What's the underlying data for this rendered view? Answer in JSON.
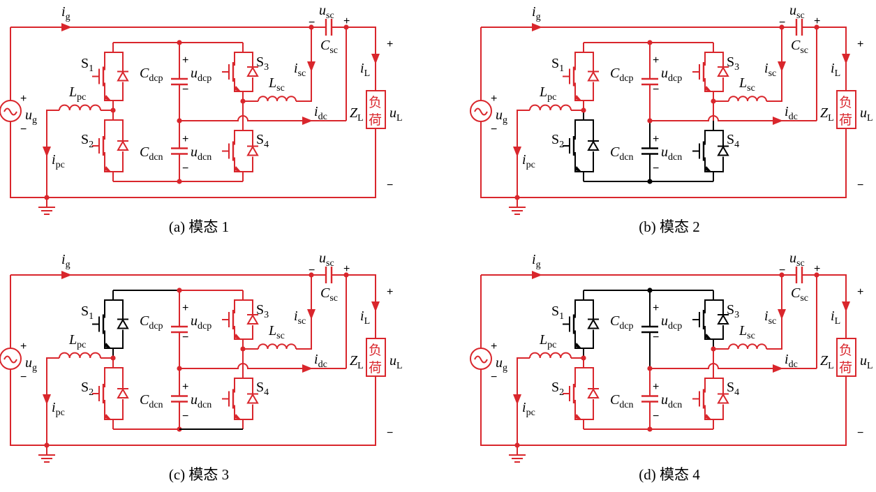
{
  "colors": {
    "active": "#d9262c",
    "inactive": "#000000"
  },
  "labels": {
    "ig_main": "i",
    "ig_sub": "g",
    "ug_main": "u",
    "ug_sub": "g",
    "ipc_main": "i",
    "ipc_sub": "pc",
    "Lpc_main": "L",
    "Lpc_sub": "pc",
    "S1_main": "S",
    "S1_sub": "1",
    "S2_main": "S",
    "S2_sub": "2",
    "S3_main": "S",
    "S3_sub": "3",
    "S4_main": "S",
    "S4_sub": "4",
    "Cdcp_main": "C",
    "Cdcp_sub": "dcp",
    "Cdcn_main": "C",
    "Cdcn_sub": "dcn",
    "udcp_main": "u",
    "udcp_sub": "dcp",
    "udcn_main": "u",
    "udcn_sub": "dcn",
    "usc_main": "u",
    "usc_sub": "sc",
    "Csc_main": "C",
    "Csc_sub": "sc",
    "isc_main": "i",
    "isc_sub": "sc",
    "Lsc_main": "L",
    "Lsc_sub": "sc",
    "idc_main": "i",
    "idc_sub": "dc",
    "iL_main": "i",
    "iL_sub": "L",
    "ZL_main": "Z",
    "ZL_sub": "L",
    "uL_main": "u",
    "uL_sub": "L",
    "load_top": "负",
    "load_bottom": "荷",
    "plus": "+",
    "minus": "−"
  },
  "panels": [
    {
      "caption": "(a)  模态 1",
      "active": [
        "ac",
        "pc",
        "S1",
        "S2",
        "dcp_top",
        "Cdcp",
        "Cdcn",
        "S3",
        "S4",
        "sc",
        "dcn_bot"
      ]
    },
    {
      "caption": "(b)  模态 2",
      "active": [
        "ac",
        "pc",
        "S1",
        "dcp_top",
        "Cdcp",
        "S3",
        "sc"
      ]
    },
    {
      "caption": "(c)  模态 3",
      "active": [
        "ac",
        "pc",
        "S2",
        "Cdcp",
        "Cdcn",
        "S3",
        "S4",
        "sc",
        "dcn_bot_left",
        "dcp_top_right"
      ]
    },
    {
      "caption": "(d)  模态 4",
      "active": [
        "ac",
        "pc",
        "S2",
        "Cdcn",
        "S4",
        "sc",
        "dcn_bot"
      ]
    }
  ]
}
